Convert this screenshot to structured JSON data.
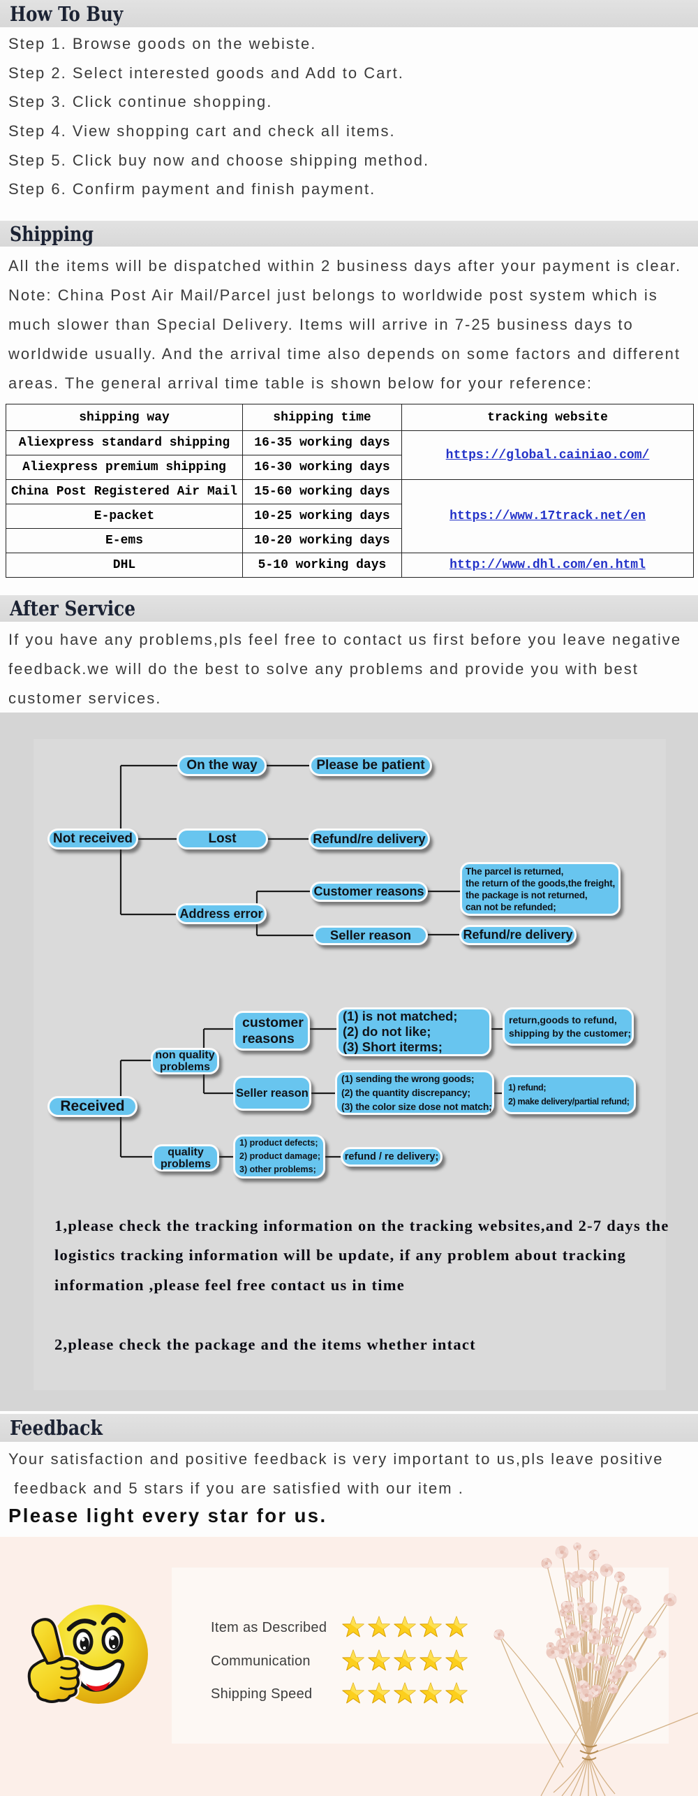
{
  "sections": {
    "how_to_buy": {
      "title": "How To Buy",
      "steps": [
        "Step 1. Browse goods on the webiste.",
        "Step 2. Select interested goods and Add to Cart.",
        "Step 3. Click continue shopping.",
        "Step 4. View shopping cart and check all items.",
        "Step 5. Click buy now and choose shipping method.",
        "Step 6. Confirm payment and finish payment."
      ]
    },
    "shipping": {
      "title": "Shipping",
      "paragraph_lines": [
        "All the items will be dispatched within 2 business days after your payment is clear.",
        "Note: China Post Air Mail/Parcel just belongs to worldwide post system which is",
        "much slower than Special Delivery. Items will arrive in 7-25 business days to",
        "worldwide usually. And the arrival time also depends on some factors and different",
        "areas. The general arrival time table is shown below for your reference:"
      ],
      "table": {
        "headers": [
          "shipping way",
          "shipping time",
          "tracking website"
        ],
        "rows": [
          [
            "Aliexpress standard shipping",
            "16-35 working days"
          ],
          [
            "Aliexpress premium shipping",
            "16-30 working days"
          ],
          [
            "China Post Registered Air Mail",
            "15-60 working days"
          ],
          [
            "E-packet",
            "10-25 working days"
          ],
          [
            "E-ems",
            "10-20 working days"
          ],
          [
            "DHL",
            "5-10 working days"
          ]
        ],
        "links": [
          {
            "text": "https://global.cainiao.com/",
            "spans_rows": "1-2"
          },
          {
            "text": "https://www.17track.net/en",
            "spans_rows": "3-5"
          },
          {
            "text": "http://www.dhl.com/en.html",
            "spans_rows": "6"
          }
        ]
      }
    },
    "after_service": {
      "title": "After Service",
      "paragraph_lines": [
        "If you have any problems,pls feel free to contact us first before you leave negative",
        "feedback.we will do the best to solve any problems and provide you with best",
        "customer services."
      ],
      "flowchart_not_received": {
        "not_received": "Not received",
        "on_the_way": "On the way",
        "please_be_patient": "Please be patient",
        "lost": "Lost",
        "refund_redelivery_1": "Refund/re delivery",
        "address_error": "Address error",
        "customer_reasons": "Customer reasons",
        "parcel_returned_note": "The parcel is returned,\nthe return of the goods,the freight,\nthe package is not returned,\ncan not be refunded;",
        "seller_reason": "Seller reason",
        "refund_redelivery_2": "Refund/re delivery"
      },
      "flowchart_received": {
        "received": "Received",
        "non_quality_problems": "non quality\nproblems",
        "customer_reasons": "customer\nreasons",
        "not_matched_list": "(1) is not matched;\n(2) do not like;\n(3) Short iterms;",
        "return_goods_note": "return,goods to refund,\nshipping by the customer;",
        "seller_reason": "Seller reason",
        "wrong_goods_list": "(1) sending the wrong goods;\n(2) the quantity discrepancy;\n(3) the color size dose not match;",
        "refund_note": "1) refund;\n2) make delivery/partial refund;",
        "quality_problems": "quality\nproblems",
        "product_defects_list": "1) product defects;\n2) product damage;\n3) other problems;",
        "refund_redelivery_3": "refund / re delivery;"
      },
      "notes": [
        "1,please check the tracking information on the tracking websites,and 2-7 days the",
        "logistics tracking information will be update, if any problem about tracking",
        "information ,please feel free contact us in time",
        "2,please check the package and the items whether intact"
      ]
    },
    "feedback": {
      "title": "Feedback",
      "paragraph_lines": [
        "Your satisfaction and positive feedback is very important to us,pls leave positive",
        " feedback and 5 stars if you are satisfied with our item ."
      ],
      "highlight": "Please light every star for us.",
      "ratings": {
        "rows": [
          {
            "label": "Item as Described",
            "stars": 5
          },
          {
            "label": "Communication",
            "stars": 5
          },
          {
            "label": "Shipping Speed",
            "stars": 5
          }
        ]
      }
    }
  },
  "colors": {
    "header_bar": "#dcdcdc",
    "header_text": "#1b2233",
    "body_text": "#3a3a3a",
    "link": "#2231c8",
    "flow_background": "#d5d5d5",
    "node_fill": "#68c5ef",
    "banner_background": "#fcefe9",
    "star_gold": "#f0b400",
    "smiley_yellow": "#f2cf1a"
  }
}
